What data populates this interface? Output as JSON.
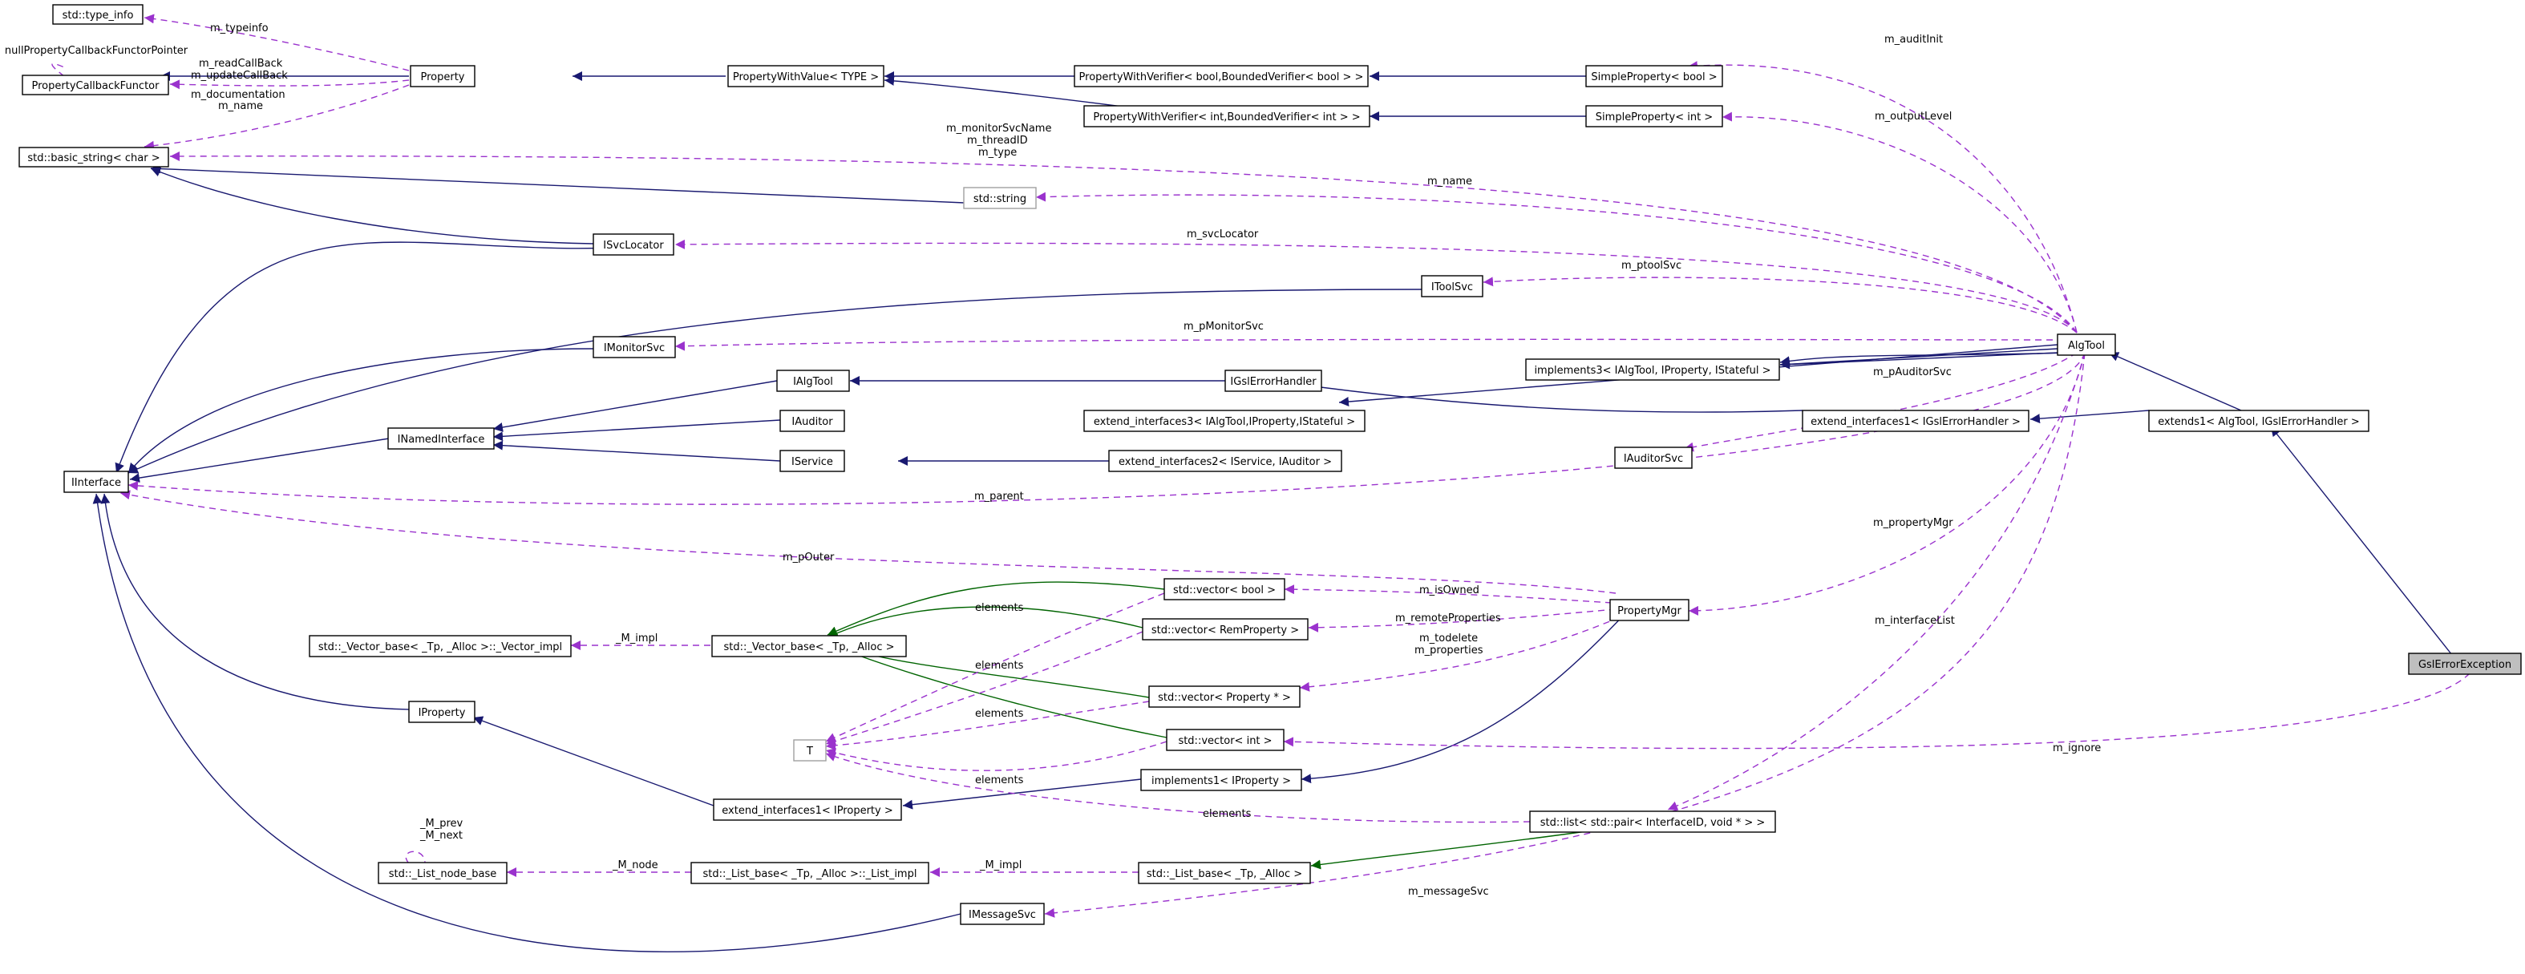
{
  "nodes": {
    "type_info": "std::type_info",
    "null_cb": "nullPropertyCallbackFunctorPointer",
    "prop_cb": "PropertyCallbackFunctor",
    "basic_string": "std::basic_string< char >",
    "iinterface": "IInterface",
    "property": "Property",
    "pwv": "PropertyWithValue< TYPE >",
    "pwv_bool": "PropertyWithVerifier< bool,BoundedVerifier< bool > >",
    "pwv_int": "PropertyWithVerifier< int,BoundedVerifier< int > >",
    "simple_bool": "SimpleProperty< bool >",
    "simple_int": "SimpleProperty< int >",
    "std_string": "std::string",
    "isvclocator": "ISvcLocator",
    "itoolsvc": "IToolSvc",
    "imonitorsvc": "IMonitorSvc",
    "inamed": "INamedInterface",
    "ialgtool": "IAlgTool",
    "iauditor": "IAuditor",
    "iservice": "IService",
    "igsl": "IGslErrorHandler",
    "ext3": "extend_interfaces3< IAlgTool,IProperty,IStateful >",
    "ext2": "extend_interfaces2< IService, IAuditor >",
    "impl3": "implements3< IAlgTool, IProperty, IStateful >",
    "ext1gsl": "extend_interfaces1< IGslErrorHandler >",
    "iauditorsvc": "IAuditorSvc",
    "algtool": "AlgTool",
    "extends1": "extends1< AlgTool, IGslErrorHandler >",
    "gsl": "GslErrorException",
    "vec_impl": "std::_Vector_base< _Tp, _Alloc >::_Vector_impl",
    "vec_base": "std::_Vector_base< _Tp, _Alloc >",
    "vec_bool": "std::vector< bool >",
    "vec_rem": "std::vector< RemProperty >",
    "vec_prop": "std::vector< Property * >",
    "vec_int": "std::vector< int >",
    "propmgr": "PropertyMgr",
    "iproperty": "IProperty",
    "t": "T",
    "ext1prop": "extend_interfaces1< IProperty >",
    "impl1prop": "implements1< IProperty >",
    "list_pair": "std::list< std::pair< InterfaceID, void * > >",
    "list_node": "std::_List_node_base",
    "list_impl": "std::_List_base< _Tp, _Alloc >::_List_impl",
    "list_base": "std::_List_base< _Tp, _Alloc >",
    "imessagesvc": "IMessageSvc"
  },
  "edge_labels": {
    "m_typeinfo": "m_typeinfo",
    "m_readCallBack": "m_readCallBack",
    "m_updateCallBack": "m_updateCallBack",
    "m_documentation": "m_documentation",
    "m_name_prop": "m_name",
    "m_monitorSvcName": "m_monitorSvcName",
    "m_threadID": "m_threadID",
    "m_type": "m_type",
    "m_auditInit": "m_auditInit",
    "m_outputLevel": "m_outputLevel",
    "m_name": "m_name",
    "m_svcLocator": "m_svcLocator",
    "m_ptoolSvc": "m_ptoolSvc",
    "m_pMonitorSvc": "m_pMonitorSvc",
    "m_pAuditorSvc": "m_pAuditorSvc",
    "m_parent": "m_parent",
    "m_propertyMgr": "m_propertyMgr",
    "m_pOuter": "m_pOuter",
    "m_isOwned": "m_isOwned",
    "m_remoteProperties": "m_remoteProperties",
    "m_todelete": "m_todelete",
    "m_properties": "m_properties",
    "m_interfaceList": "m_interfaceList",
    "m_ignore": "m_ignore",
    "M_impl": "_M_impl",
    "M_prev": "_M_prev",
    "M_next": "_M_next",
    "M_node": "_M_node",
    "M_impl2": "_M_impl",
    "m_messageSvc": "m_messageSvc",
    "elements1": "elements",
    "elements2": "elements",
    "elements3": "elements",
    "elements4": "elements",
    "elements5": "elements"
  }
}
